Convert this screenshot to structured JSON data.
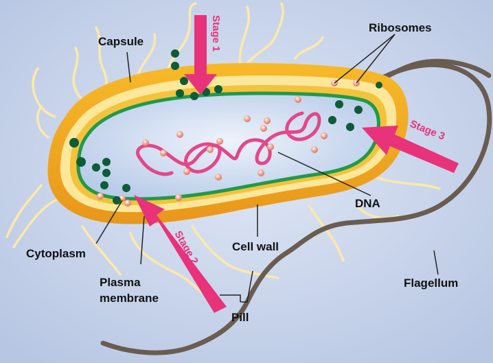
{
  "labels": {
    "capsule": "Capsule",
    "ribosomes": "Ribosomes",
    "stage1": "Stage 1",
    "stage2": "Stage 2",
    "stage3": "Stage 3",
    "cytoplasm": "Cytoplasm",
    "plasma_membrane_line1": "Plasma",
    "plasma_membrane_line2": "membrane",
    "cell_wall": "Cell wall",
    "dna": "DNA",
    "pill": "Pill",
    "flagellum": "Flagellum"
  },
  "colors": {
    "background": "#c9d5ec",
    "capsule": "#f2a81d",
    "cell_wall": "#fff0a8",
    "plasma_membrane": "#1f9a4a",
    "cytoplasm": "#cfdcf1",
    "dna": "#e4468a",
    "ribosome": "#f0907a",
    "granule": "#0d5c38",
    "arrow": "#e8327a",
    "flagellum": "#6b5c50",
    "pili": "#fde9a8"
  }
}
